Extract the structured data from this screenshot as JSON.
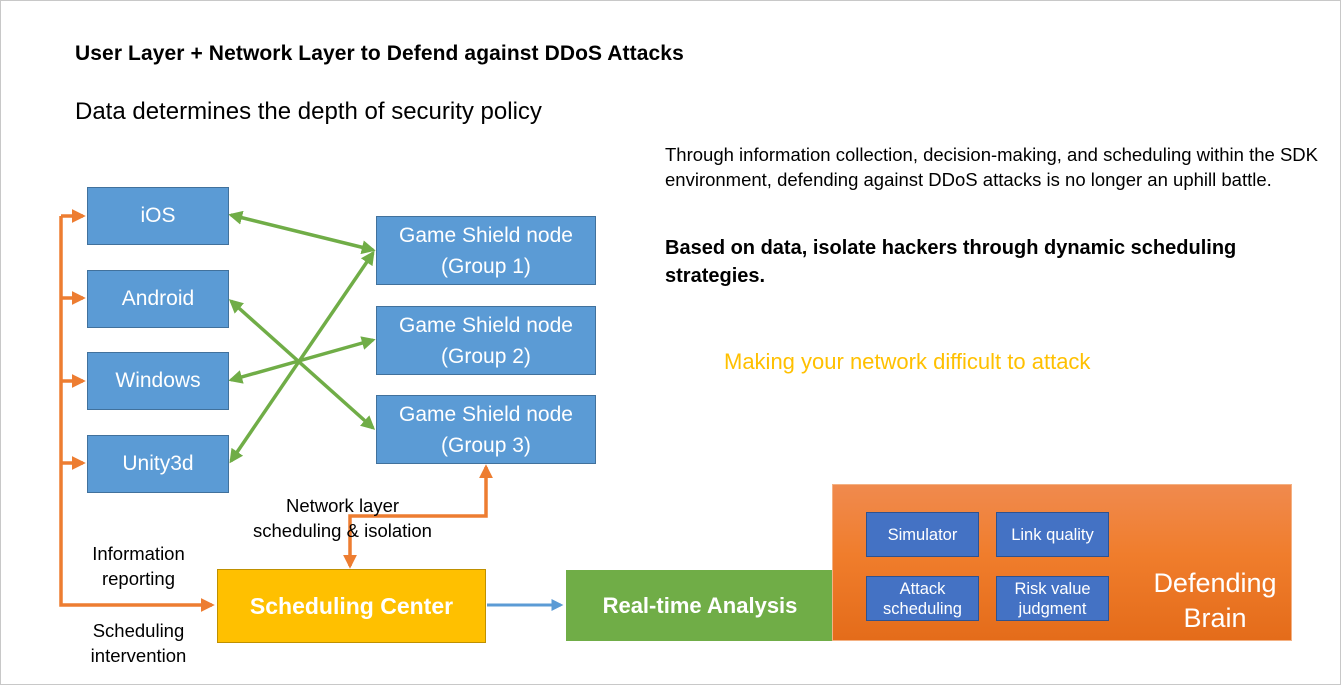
{
  "header": {
    "title": "User Layer + Network Layer to Defend against DDoS Attacks",
    "subtitle": "Data determines the depth of security policy"
  },
  "description": {
    "text": "Through information collection, decision-making, and scheduling within the SDK environment, defending against DDoS attacks is no longer an uphill battle.",
    "bold_text": "Based on data, isolate hackers through dynamic scheduling strategies.",
    "tagline": "Making your network difficult to attack"
  },
  "clients": [
    {
      "label": "iOS"
    },
    {
      "label": "Android"
    },
    {
      "label": "Windows"
    },
    {
      "label": "Unity3d"
    }
  ],
  "shield_nodes": [
    {
      "line1": "Game Shield node",
      "line2": "(Group 1)"
    },
    {
      "line1": "Game Shield node",
      "line2": "(Group 2)"
    },
    {
      "line1": "Game Shield node",
      "line2": "(Group 3)"
    }
  ],
  "connections": [
    {
      "from": "iOS",
      "to": "Group 1"
    },
    {
      "from": "Android",
      "to": "Group 3"
    },
    {
      "from": "Windows",
      "to": "Group 2"
    },
    {
      "from": "Unity3d",
      "to": "Group 1"
    }
  ],
  "labels": {
    "network_layer_line1": "Network layer",
    "network_layer_line2": "scheduling & isolation",
    "info_reporting_line1": "Information",
    "info_reporting_line2": "reporting",
    "sched_intervention_line1": "Scheduling",
    "sched_intervention_line2": "intervention"
  },
  "pipeline": {
    "scheduling_center": "Scheduling Center",
    "realtime_analysis": "Real-time Analysis",
    "brain_line1": "Defending",
    "brain_line2": "Brain",
    "modules": [
      {
        "line1": "Simulator",
        "line2": ""
      },
      {
        "line1": "Link quality",
        "line2": ""
      },
      {
        "line1": "Attack",
        "line2": "scheduling"
      },
      {
        "line1": "Risk value",
        "line2": "judgment"
      }
    ]
  },
  "colors": {
    "client_blue": "#5B9BD5",
    "module_blue": "#4472C4",
    "link_green": "#70AD47",
    "flow_orange": "#ED7D31",
    "scheduling_yellow": "#FFC000",
    "brain_orange": "#F07D2C",
    "tagline_yellow": "#FFC000"
  }
}
